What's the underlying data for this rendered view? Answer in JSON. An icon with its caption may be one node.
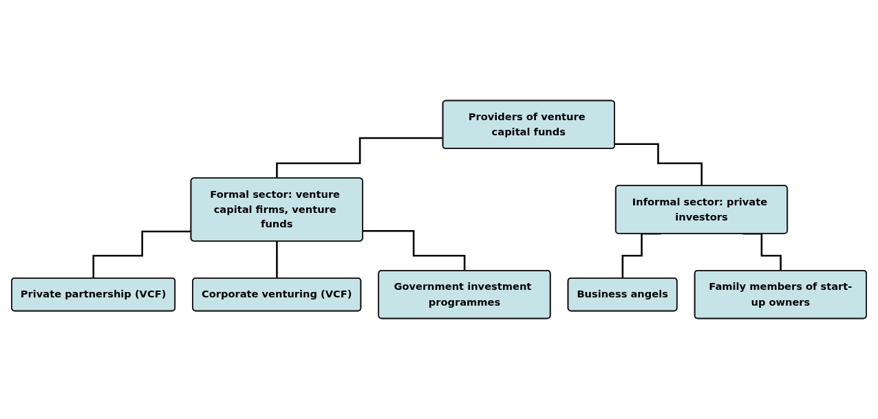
{
  "diagram": {
    "nodes": [
      {
        "text": [
          "Providers of venture capital funds"
        ]
      },
      {
        "text": [
          "Formal sector: venture capital firms, venture funds"
        ]
      },
      {
        "text": [
          "Informal sector: private investors"
        ]
      },
      {
        "text": [
          "Private partnership (VCF)"
        ]
      },
      {
        "text": [
          "Corporate venturing (VCF)"
        ]
      },
      {
        "text": [
          "Government investment programmes"
        ]
      },
      {
        "text": [
          "Business angels"
        ]
      },
      {
        "text": [
          "Family members of start-up owners"
        ]
      }
    ],
    "edges": [
      {
        "from": 0,
        "to": 1,
        "arrow": "none"
      },
      {
        "from": 0,
        "to": 2,
        "arrow": "none"
      },
      {
        "from": 1,
        "to": 3,
        "arrow": "none"
      },
      {
        "from": 1,
        "to": 4,
        "arrow": "none"
      },
      {
        "from": 1,
        "to": 5,
        "arrow": "none"
      },
      {
        "from": 2,
        "to": 6,
        "arrow": "none"
      },
      {
        "from": 2,
        "to": 7,
        "arrow": "none"
      }
    ]
  }
}
